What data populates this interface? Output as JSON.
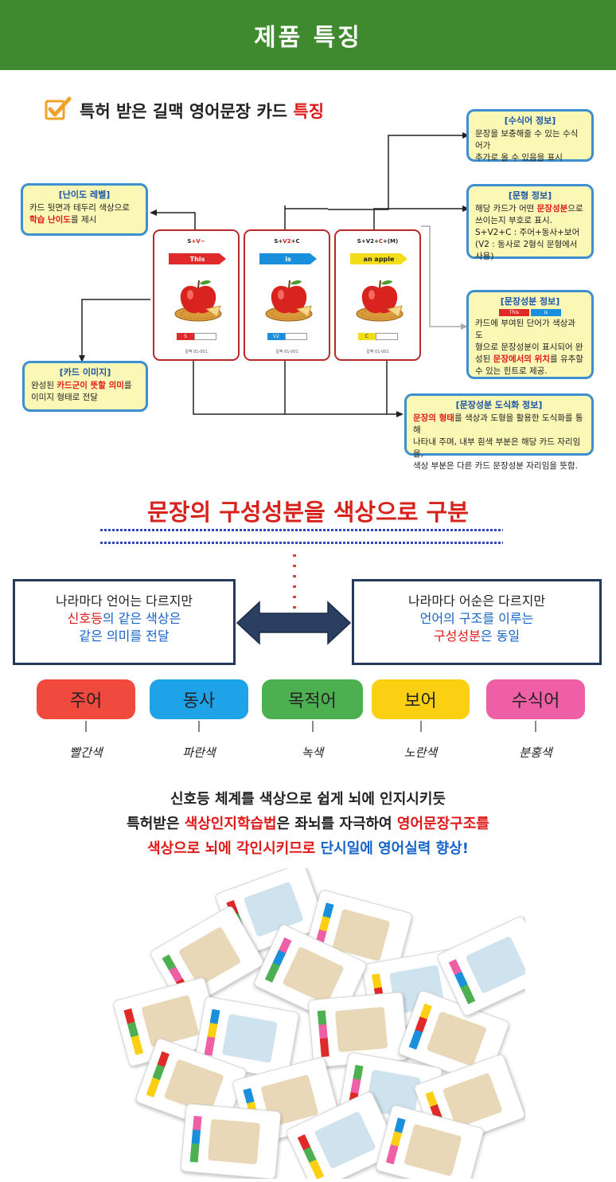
{
  "header": {
    "title": "제품 특징"
  },
  "feature": {
    "title_main": "특허 받은 길맥 영어문장 카드",
    "title_highlight": "특징"
  },
  "callouts": {
    "difficulty": {
      "title": "[난이도 레벨]",
      "line1": "카드 뒷면과 테두리 색상으로",
      "line2_hl": "학습 난이도",
      "line2_rest": "를 제시"
    },
    "image": {
      "title": "[카드 이미지]",
      "line1_pre": "완성된 ",
      "line1_hl": "카드군이 뜻할 의미",
      "line1_post": "를",
      "line2": "이미지 형태로 전달"
    },
    "modifier": {
      "title": "[수식어 정보]",
      "line1": "문장을 보충해줄 수 있는 수식어가",
      "line2": "추가로 올 수 있음을 표시"
    },
    "pattern": {
      "title": "[문형 정보]",
      "line1_pre": "해당 카드가 어떤 ",
      "line1_hl": "문장성분",
      "line1_post": "으로",
      "line2": "쓰이는지 부호로 표시.",
      "line3": "S+V2+C : 주어+동사+보어",
      "line4": "(V2 : 동사로 2형식 문형에서 사용)"
    },
    "component": {
      "title": "[문장성분 정보]",
      "line1": "카드에 부여된 단어가 색상과 도",
      "line2": "형으로 문장성분이 표시되어 완",
      "line3_pre": "성된 ",
      "line3_hl": "문장에서의 위치",
      "line3_post": "를 유추할",
      "line4": "수 있는 힌트로 제공.",
      "mini1": "This",
      "mini2": "is"
    },
    "diagram": {
      "title": "[문장성분 도식화 정보]",
      "line1_hl": "문장의 형태",
      "line1_post": "를 색상과 도형을 활용한 도식화를 통해",
      "line2": "나타내 주며, 내부 흰색 부분은 해당 카드 자리임을,",
      "line3": "색상 부분은 다른 카드 문장성분 자리임을 뜻함."
    }
  },
  "cards": [
    {
      "formula_a": "S",
      "formula_b": "+V~",
      "formula_c": "",
      "word": "This",
      "ribbon_color": "#e02a2a",
      "text_color": "#ffffff",
      "strip_label": "S",
      "num": "길맥 01-001"
    },
    {
      "formula_a": "S+",
      "formula_b": "V2",
      "formula_c": "+C",
      "word": "is",
      "ribbon_color": "#1a8fdc",
      "text_color": "#ffffff",
      "strip_label": "V2",
      "num": "길맥 01-001"
    },
    {
      "formula_a": "S+V2+",
      "formula_b": "C",
      "formula_c": "+(M)",
      "word": "an apple",
      "ribbon_color": "#f3dc1a",
      "text_color": "#222222",
      "strip_label": "C",
      "num": "길맥 01-001"
    }
  ],
  "section2": {
    "title": "문장의 구성성분을 색상으로 구분"
  },
  "left_box": {
    "line1": "나라마다 언어는 다르지만",
    "line2_red": "신호등",
    "line2_blue": "의 같은 색상은",
    "line3": "같은 의미를 전달"
  },
  "right_box": {
    "line1": "나라마다 어순은 다르지만",
    "line2": "언어의 구조를 이루는",
    "line3_red": "구성성분",
    "line3_blue": "은 동일"
  },
  "parts": [
    {
      "label": "주어",
      "color": "#f04a3e",
      "hand": "빨간색"
    },
    {
      "label": "동사",
      "color": "#1fa3e8",
      "hand": "파란색"
    },
    {
      "label": "목적어",
      "color": "#4cb050",
      "hand": "녹색"
    },
    {
      "label": "보어",
      "color": "#fcd012",
      "hand": "노란색"
    },
    {
      "label": "수식어",
      "color": "#ee5fa6",
      "hand": "분홍색"
    }
  ],
  "paragraph": {
    "line1": "신호등 체계를 색상으로 쉽게 뇌에 인지시키듯",
    "line2_a": "특허받은 ",
    "line2_b": "색상인지학습법",
    "line2_c": "은 좌뇌를 자극하여 ",
    "line2_d": "영어문장구조를",
    "line3_a": "색상으로 뇌에 각인시키므로 ",
    "line3_b": "단시일에 영어실력 향상!"
  }
}
